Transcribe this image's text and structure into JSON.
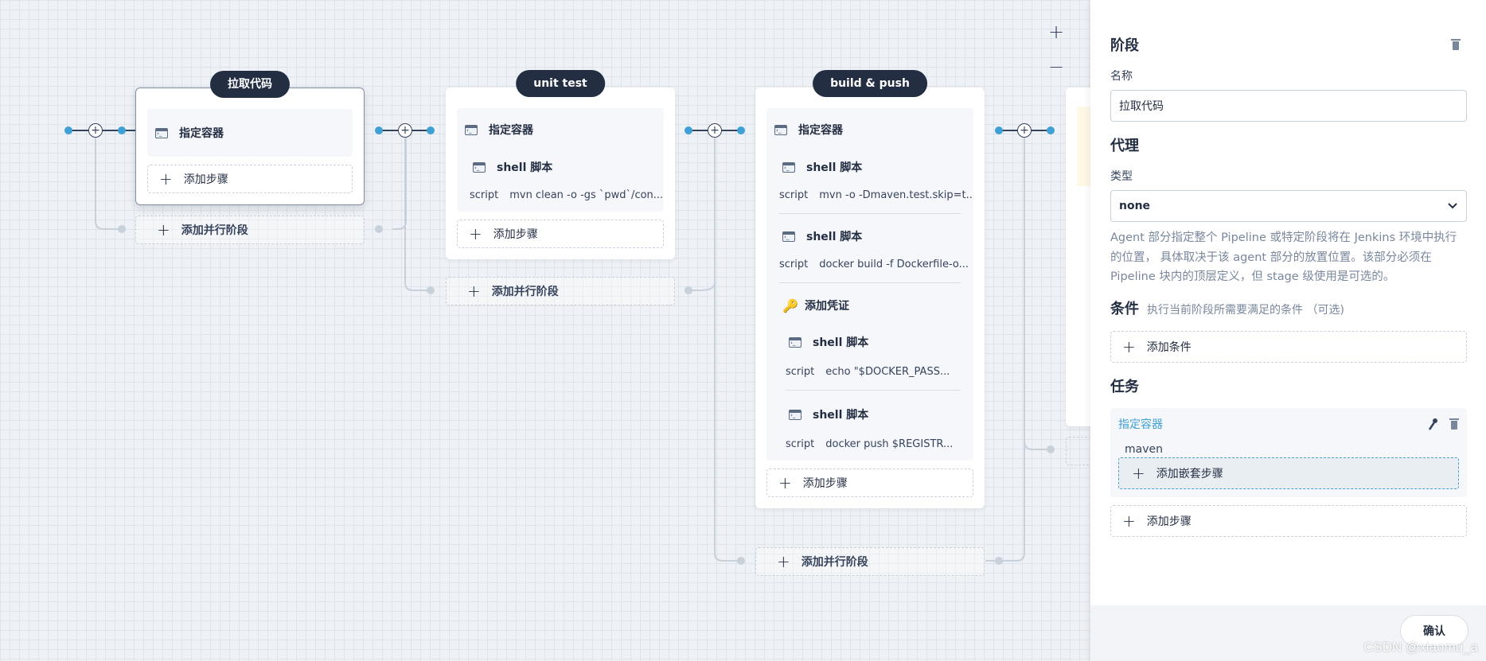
{
  "canvas": {
    "zoom_in": "+",
    "zoom_out": "−",
    "stages": [
      {
        "title": "拉取代码",
        "container_label": "指定容器",
        "add_step": "添加步骤",
        "add_parallel": "添加并行阶段"
      },
      {
        "title": "unit test",
        "container_label": "指定容器",
        "shell_label": "shell 脚本",
        "script_key": "script",
        "script_val": "mvn clean -o -gs `pwd`/con...",
        "add_step": "添加步骤",
        "add_parallel": "添加并行阶段"
      },
      {
        "title": "build & push",
        "container_label": "指定容器",
        "steps": [
          {
            "label": "shell 脚本",
            "key": "script",
            "val": "mvn -o -Dmaven.test.skip=t..."
          },
          {
            "label": "shell 脚本",
            "key": "script",
            "val": "docker build -f Dockerfile-o..."
          }
        ],
        "credential_label": "添加凭证",
        "cred_steps": [
          {
            "label": "shell 脚本",
            "key": "script",
            "val": "echo \"$DOCKER_PASS..."
          },
          {
            "label": "shell 脚本",
            "key": "script",
            "val": "docker push $REGISTR..."
          }
        ],
        "add_step": "添加步骤",
        "add_parallel": "添加并行阶段"
      }
    ]
  },
  "panel": {
    "stage_heading": "阶段",
    "name_label": "名称",
    "name_value": "拉取代码",
    "agent_heading": "代理",
    "type_label": "类型",
    "type_value": "none",
    "agent_desc": "Agent 部分指定整个 Pipeline 或特定阶段将在 Jenkins 环境中执行的位置， 具体取决于该 agent 部分的放置位置。该部分必须在 Pipeline 块内的顶层定义，但 stage 级使用是可选的。",
    "condition_heading": "条件",
    "condition_hint": "执行当前阶段所需要满足的条件 （可选)",
    "add_condition": "添加条件",
    "task_heading": "任务",
    "task": {
      "title": "指定容器",
      "value": "maven",
      "add_nested": "添加嵌套步骤"
    },
    "add_step": "添加步骤",
    "confirm": "确认"
  },
  "watermark": "CSDN @xiaomu_a",
  "colors": {
    "accent": "#3ea0d4",
    "dark": "#242e42",
    "arrow": "#e0262b"
  }
}
